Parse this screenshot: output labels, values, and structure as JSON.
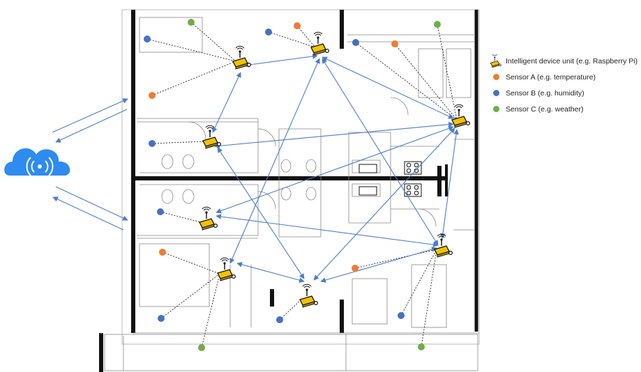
{
  "legend": {
    "device_label": "Intelligent device unit (e.g. Raspberry Pi)",
    "sensor_a_label": "Sensor A (e.g. temperature)",
    "sensor_b_label": "Sensor B (e.g. humidity)",
    "sensor_c_label": "Sensor C (e.g. weather)"
  },
  "colors": {
    "sensor_a": "#ED7D31",
    "sensor_b": "#4472C4",
    "sensor_c": "#70AD47",
    "link": "#4A7EC8",
    "cloud": "#2E8BF0",
    "device_body": "#F2C200"
  },
  "icons": {
    "cloud": "cloud-wireless-icon",
    "device": "raspberry-pi-device-icon"
  }
}
